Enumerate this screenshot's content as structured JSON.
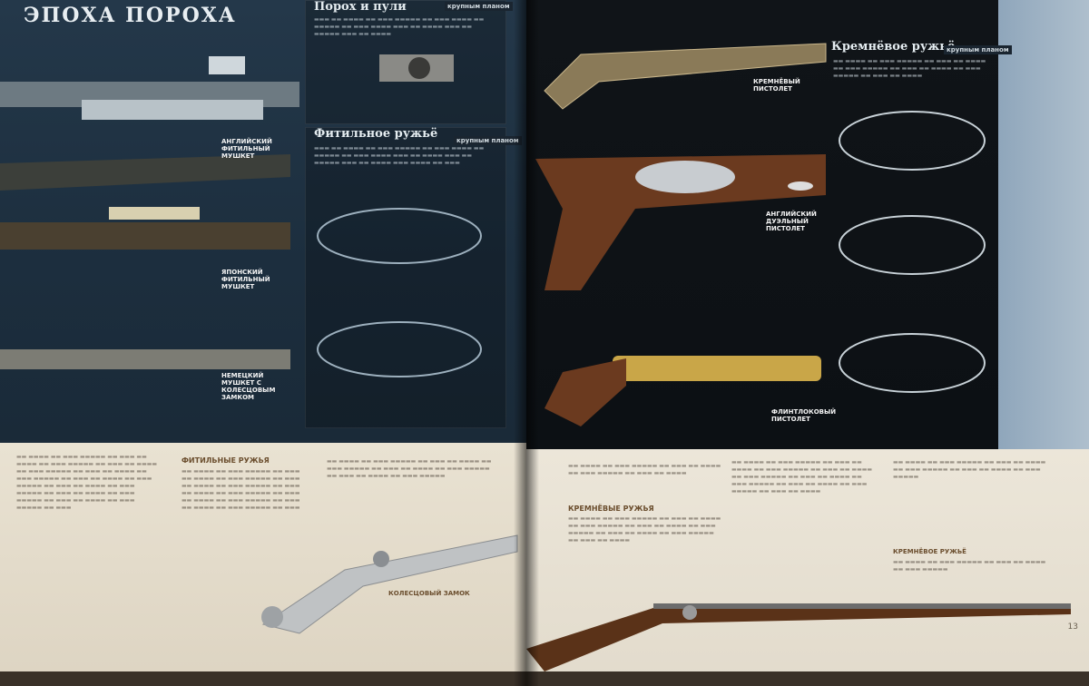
{
  "left_page": {
    "title": "ЭПОХА ПОРОХА",
    "sections": {
      "powder_heading": "Порох и пули",
      "powder_tag": "крупным планом",
      "matchlock_heading": "Фитильное ружьё",
      "matchlock_tag": "крупным планом"
    },
    "guns": {
      "gun_2": "АНГЛИЙСКИЙ ФИТИЛЬНЫЙ МУШКЕТ",
      "gun_3": "ЯПОНСКИЙ ФИТИЛЬНЫЙ МУШКЕТ",
      "gun_4": "НЕМЕЦКИЙ МУШКЕТ С КОЛЕСЦОВЫМ ЗАМКОМ"
    },
    "paper": {
      "heading_1": "ФИТИЛЬНЫЕ РУЖЬЯ",
      "caption": "КОЛЕСЦОВЫЙ ЗАМОК"
    }
  },
  "right_page": {
    "sections": {
      "flintlock_heading": "Кремнёвое ружьё",
      "flintlock_tag": "крупным планом"
    },
    "guns": {
      "pistol_1": "КРЕМНЁВЫЙ ПИСТОЛЕТ",
      "pistol_2": "АНГЛИЙСКИЙ ДУЭЛЬНЫЙ ПИСТОЛЕТ",
      "pistol_3": "ФЛИНТЛОКОВЫЙ ПИСТОЛЕТ"
    },
    "paper": {
      "heading_1": "КРЕМНЁВЫЕ РУЖЬЯ",
      "heading_2": "КРЕМНЁВОЕ РУЖЬЁ"
    },
    "page_number": "13"
  },
  "colors": {
    "left_bg": "#1c2e3e",
    "right_bg": "#0c1014",
    "paper": "#e6dfcf",
    "gold": "#c9a648",
    "wood": "#6b3a1f"
  }
}
